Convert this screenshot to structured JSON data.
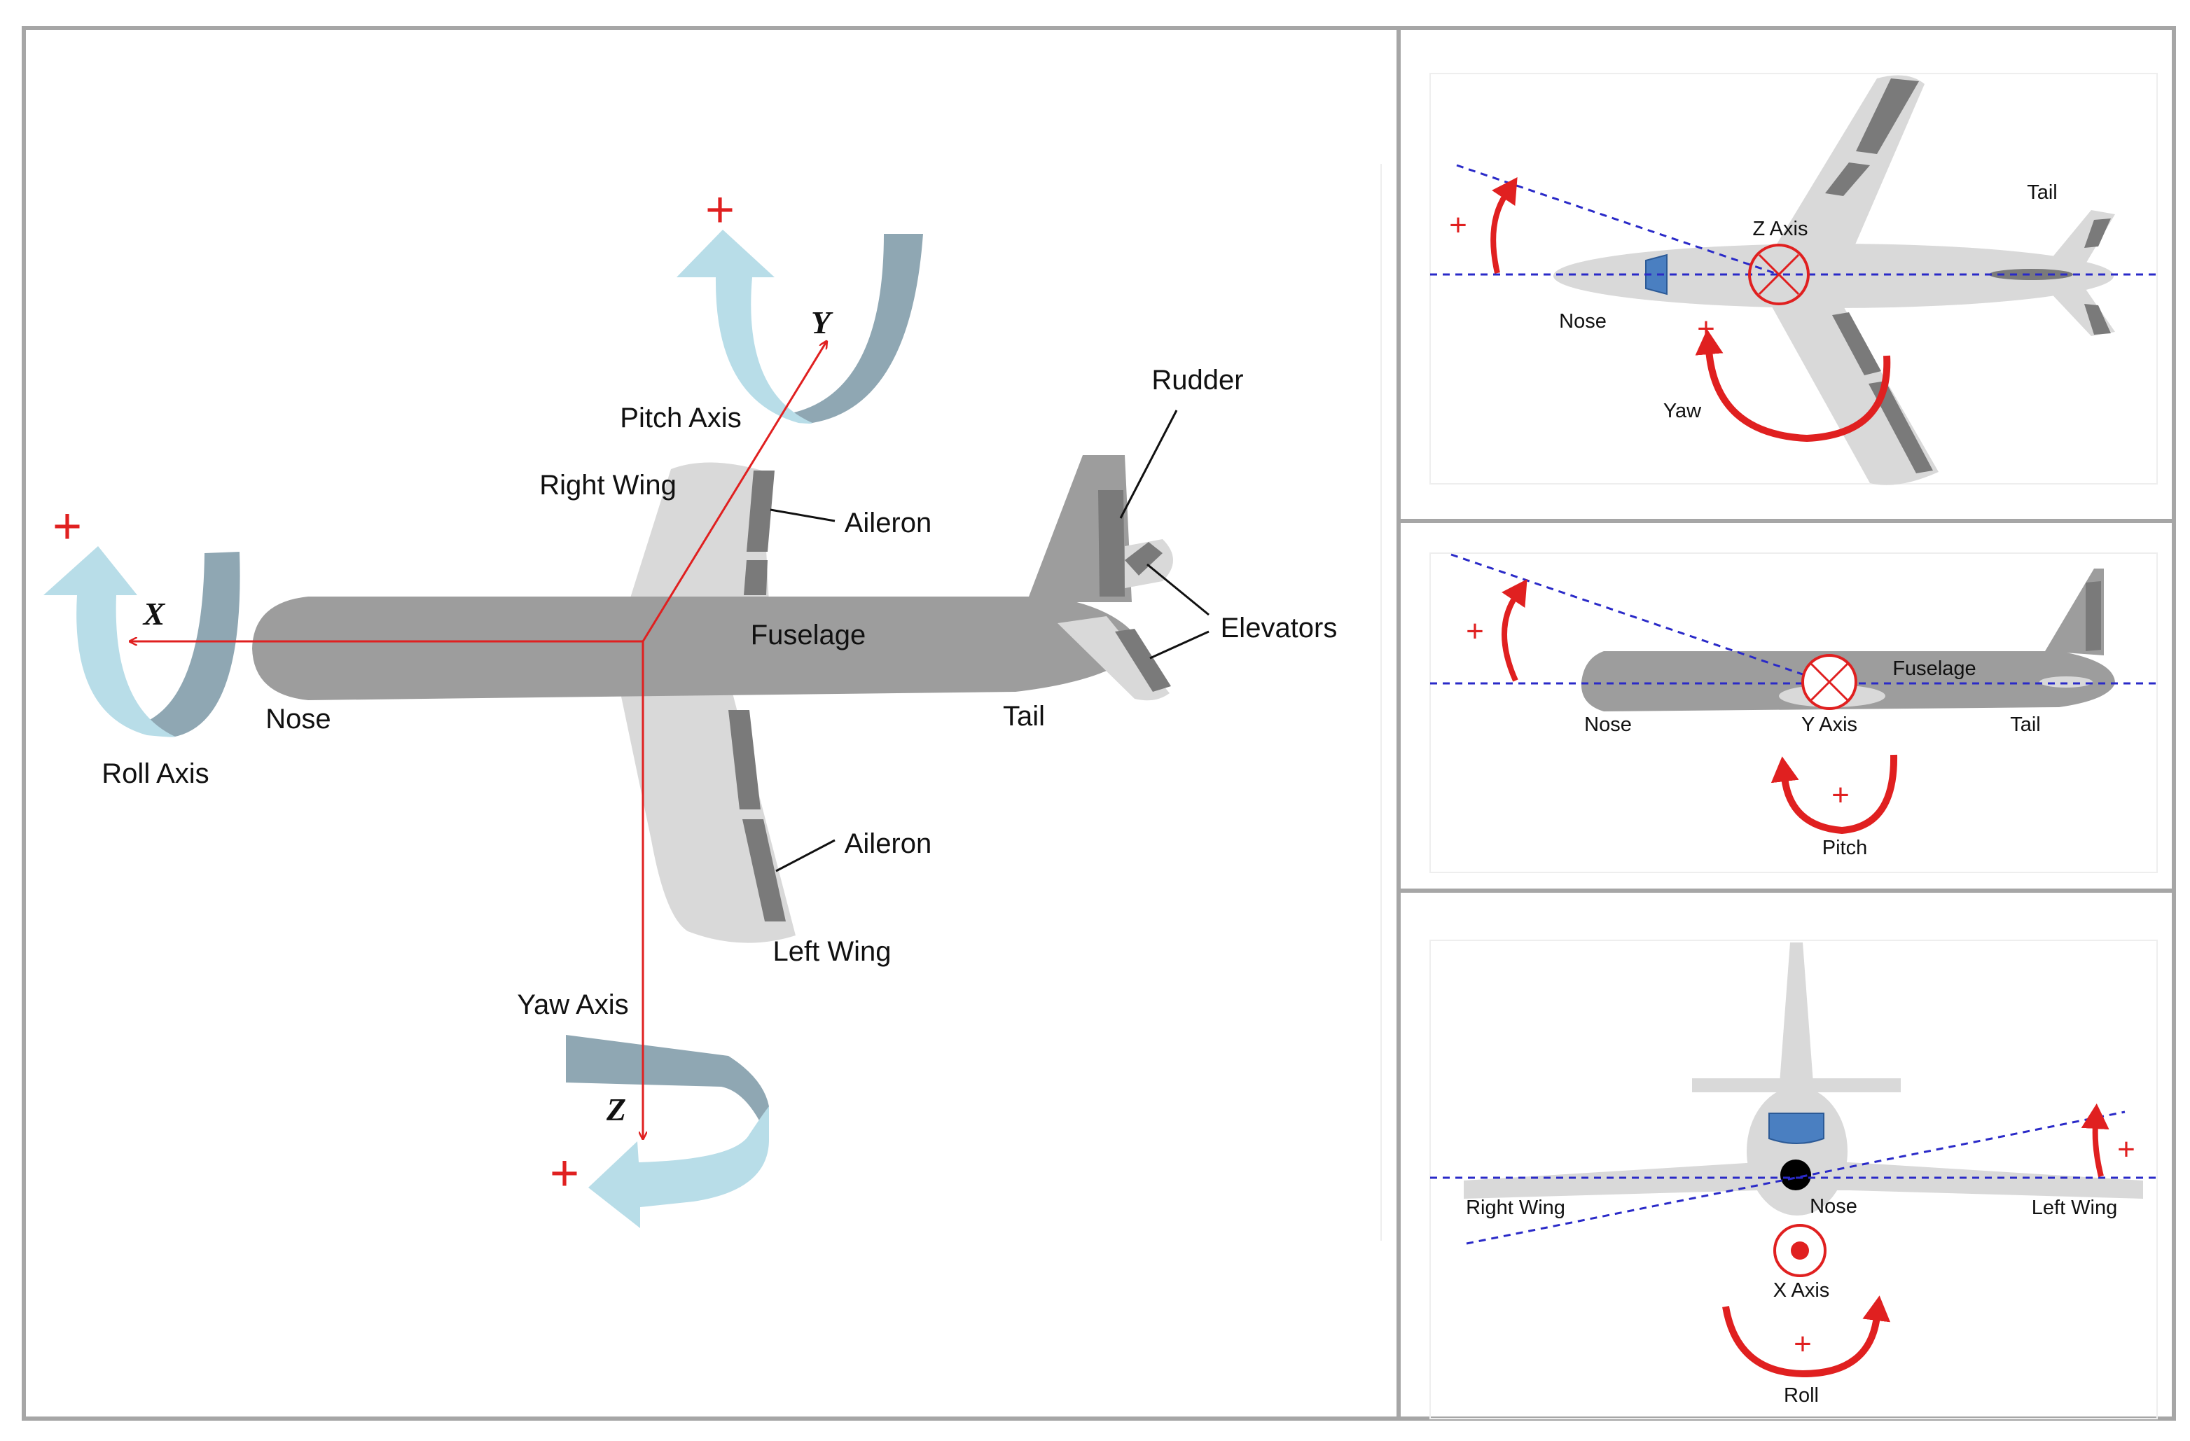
{
  "main": {
    "roll_axis": "Roll Axis",
    "pitch_axis": "Pitch Axis",
    "yaw_axis": "Yaw Axis",
    "x": "X",
    "y": "Y",
    "z": "Z",
    "nose": "Nose",
    "tail": "Tail",
    "fuselage": "Fuselage",
    "right_wing": "Right Wing",
    "left_wing": "Left Wing",
    "aileron_top": "Aileron",
    "aileron_bottom": "Aileron",
    "rudder": "Rudder",
    "elevators": "Elevators",
    "plus": "+"
  },
  "yaw_panel": {
    "tail": "Tail",
    "z_axis": "Z Axis",
    "nose": "Nose",
    "yaw": "Yaw",
    "plus": "+"
  },
  "pitch_panel": {
    "fuselage": "Fuselage",
    "nose": "Nose",
    "y_axis": "Y Axis",
    "tail": "Tail",
    "pitch": "Pitch",
    "plus": "+"
  },
  "roll_panel": {
    "right_wing": "Right Wing",
    "nose": "Nose",
    "left_wing": "Left Wing",
    "x_axis": "X Axis",
    "roll": "Roll",
    "plus": "+"
  },
  "colors": {
    "axis_red": "#e02020",
    "guide_blue": "#2a2ac8",
    "fuselage_dark": "#9d9d9d",
    "wing_light": "#d9d9d9",
    "surface_dark": "#7a7a7a",
    "arrow_blue": "#b8dde8",
    "arrow_shadow": "#8fa7b3"
  }
}
